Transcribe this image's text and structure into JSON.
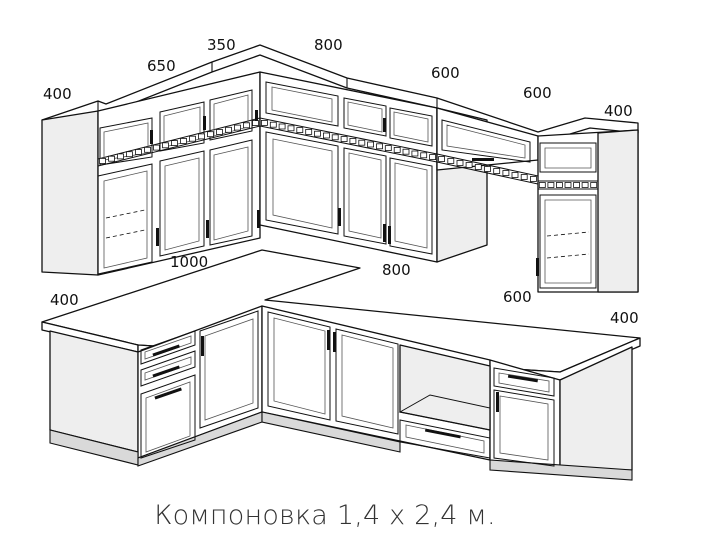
{
  "diagram": {
    "caption": "Компоновка 1,4 х 2,4 м.",
    "dimensions_upper": [
      "400",
      "650",
      "350",
      "800",
      "600",
      "600",
      "400"
    ],
    "dimensions_lower": [
      "400",
      "1000",
      "800",
      "600",
      "400"
    ]
  },
  "colors": {
    "line": "#111111",
    "fill": "#ffffff",
    "shade": "#eeeeee",
    "caption": "#333333"
  }
}
